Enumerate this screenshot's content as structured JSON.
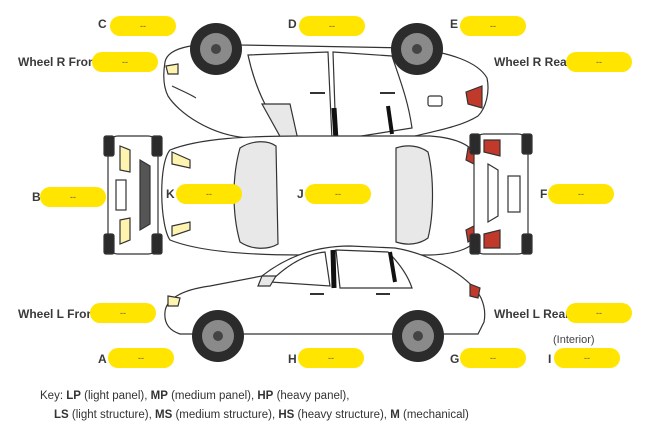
{
  "zones": {
    "A": {
      "letter": "A",
      "value": "--"
    },
    "B": {
      "letter": "B",
      "value": "--"
    },
    "C": {
      "letter": "C",
      "value": "--"
    },
    "D": {
      "letter": "D",
      "value": "--"
    },
    "E": {
      "letter": "E",
      "value": "--"
    },
    "F": {
      "letter": "F",
      "value": "--"
    },
    "G": {
      "letter": "G",
      "value": "--"
    },
    "H": {
      "letter": "H",
      "value": "--"
    },
    "I": {
      "letter": "I",
      "value": "--"
    },
    "J": {
      "letter": "J",
      "value": "--"
    },
    "K": {
      "letter": "K",
      "value": "--"
    },
    "wheel_rf": {
      "label": "Wheel R Front",
      "value": "--"
    },
    "wheel_rr": {
      "label": "Wheel R Rear",
      "value": "--"
    },
    "wheel_lf": {
      "label": "Wheel L Front",
      "value": "--"
    },
    "wheel_lr": {
      "label": "Wheel L Rear",
      "value": "--"
    }
  },
  "interior_note": "(Interior)",
  "key": {
    "prefix": "Key:",
    "lp_code": "LP",
    "lp_text": "(light panel),",
    "mp_code": "MP",
    "mp_text": "(medium panel),",
    "hp_code": "HP",
    "hp_text": "(heavy panel),",
    "ls_code": "LS",
    "ls_text": "(light structure),",
    "ms_code": "MS",
    "ms_text": "(medium structure),",
    "hs_code": "HS",
    "hs_text": "(heavy structure),",
    "m_code": "M",
    "m_text": "(mechanical)"
  },
  "colors": {
    "pill": "#ffe500",
    "outline": "#333333",
    "glass": "#e8e8e8",
    "headlight": "#fff3b0",
    "taillight": "#c0392b",
    "tyre": "#2b2b2b",
    "rim": "#8a8a8a"
  }
}
